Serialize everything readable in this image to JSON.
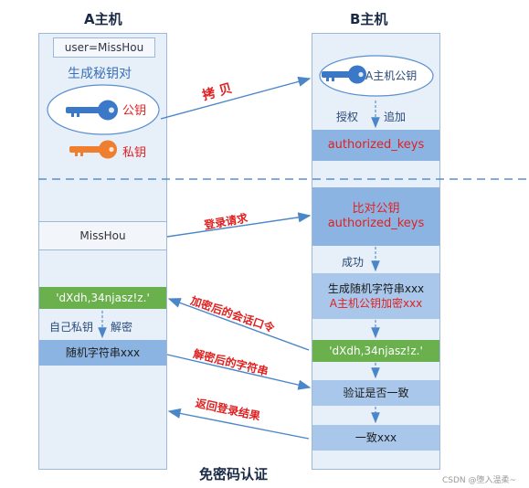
{
  "host_a": {
    "title": "A主机"
  },
  "host_b": {
    "title": "B主机"
  },
  "a": {
    "user_label": "user=MissHou",
    "gen_keypair": "生成秘钥对",
    "public_key": "公钥",
    "private_key": "私钥",
    "login_user": "MissHou",
    "cipher_text": "'dXdh,34njasz!z.'",
    "decrypt_own": "自己私钥",
    "decrypt": "解密",
    "random_str": "随机字符串xxx"
  },
  "b": {
    "public_key_label": "A主机公钥",
    "authorize": "授权",
    "append": "追加",
    "authorized_keys": "authorized_keys",
    "compare_line1": "比对公钥",
    "compare_line2": "authorized_keys",
    "success": "成功",
    "gen_random_line1": "生成随机字符串xxx",
    "gen_random_line2": "A主机公钥加密xxx",
    "cipher_text": "'dXdh,34njasz!z.'",
    "verify": "验证是否一致",
    "consistent": "一致xxx"
  },
  "arrows": {
    "copy": "拷 贝",
    "login_request": "登录请求",
    "encrypted_session": "加密后的会话口令",
    "decrypted_string": "解密后的字符串",
    "return_result": "返回登录结果"
  },
  "caption": "免密码认证",
  "watermark": "CSDN @堕入温柔~",
  "colors": {
    "panel": "#e7eff9",
    "box_blue": "#8cb4e2",
    "box_green": "#6ab04c",
    "arrow": "#4a86c8",
    "accent_red": "#e02020"
  }
}
